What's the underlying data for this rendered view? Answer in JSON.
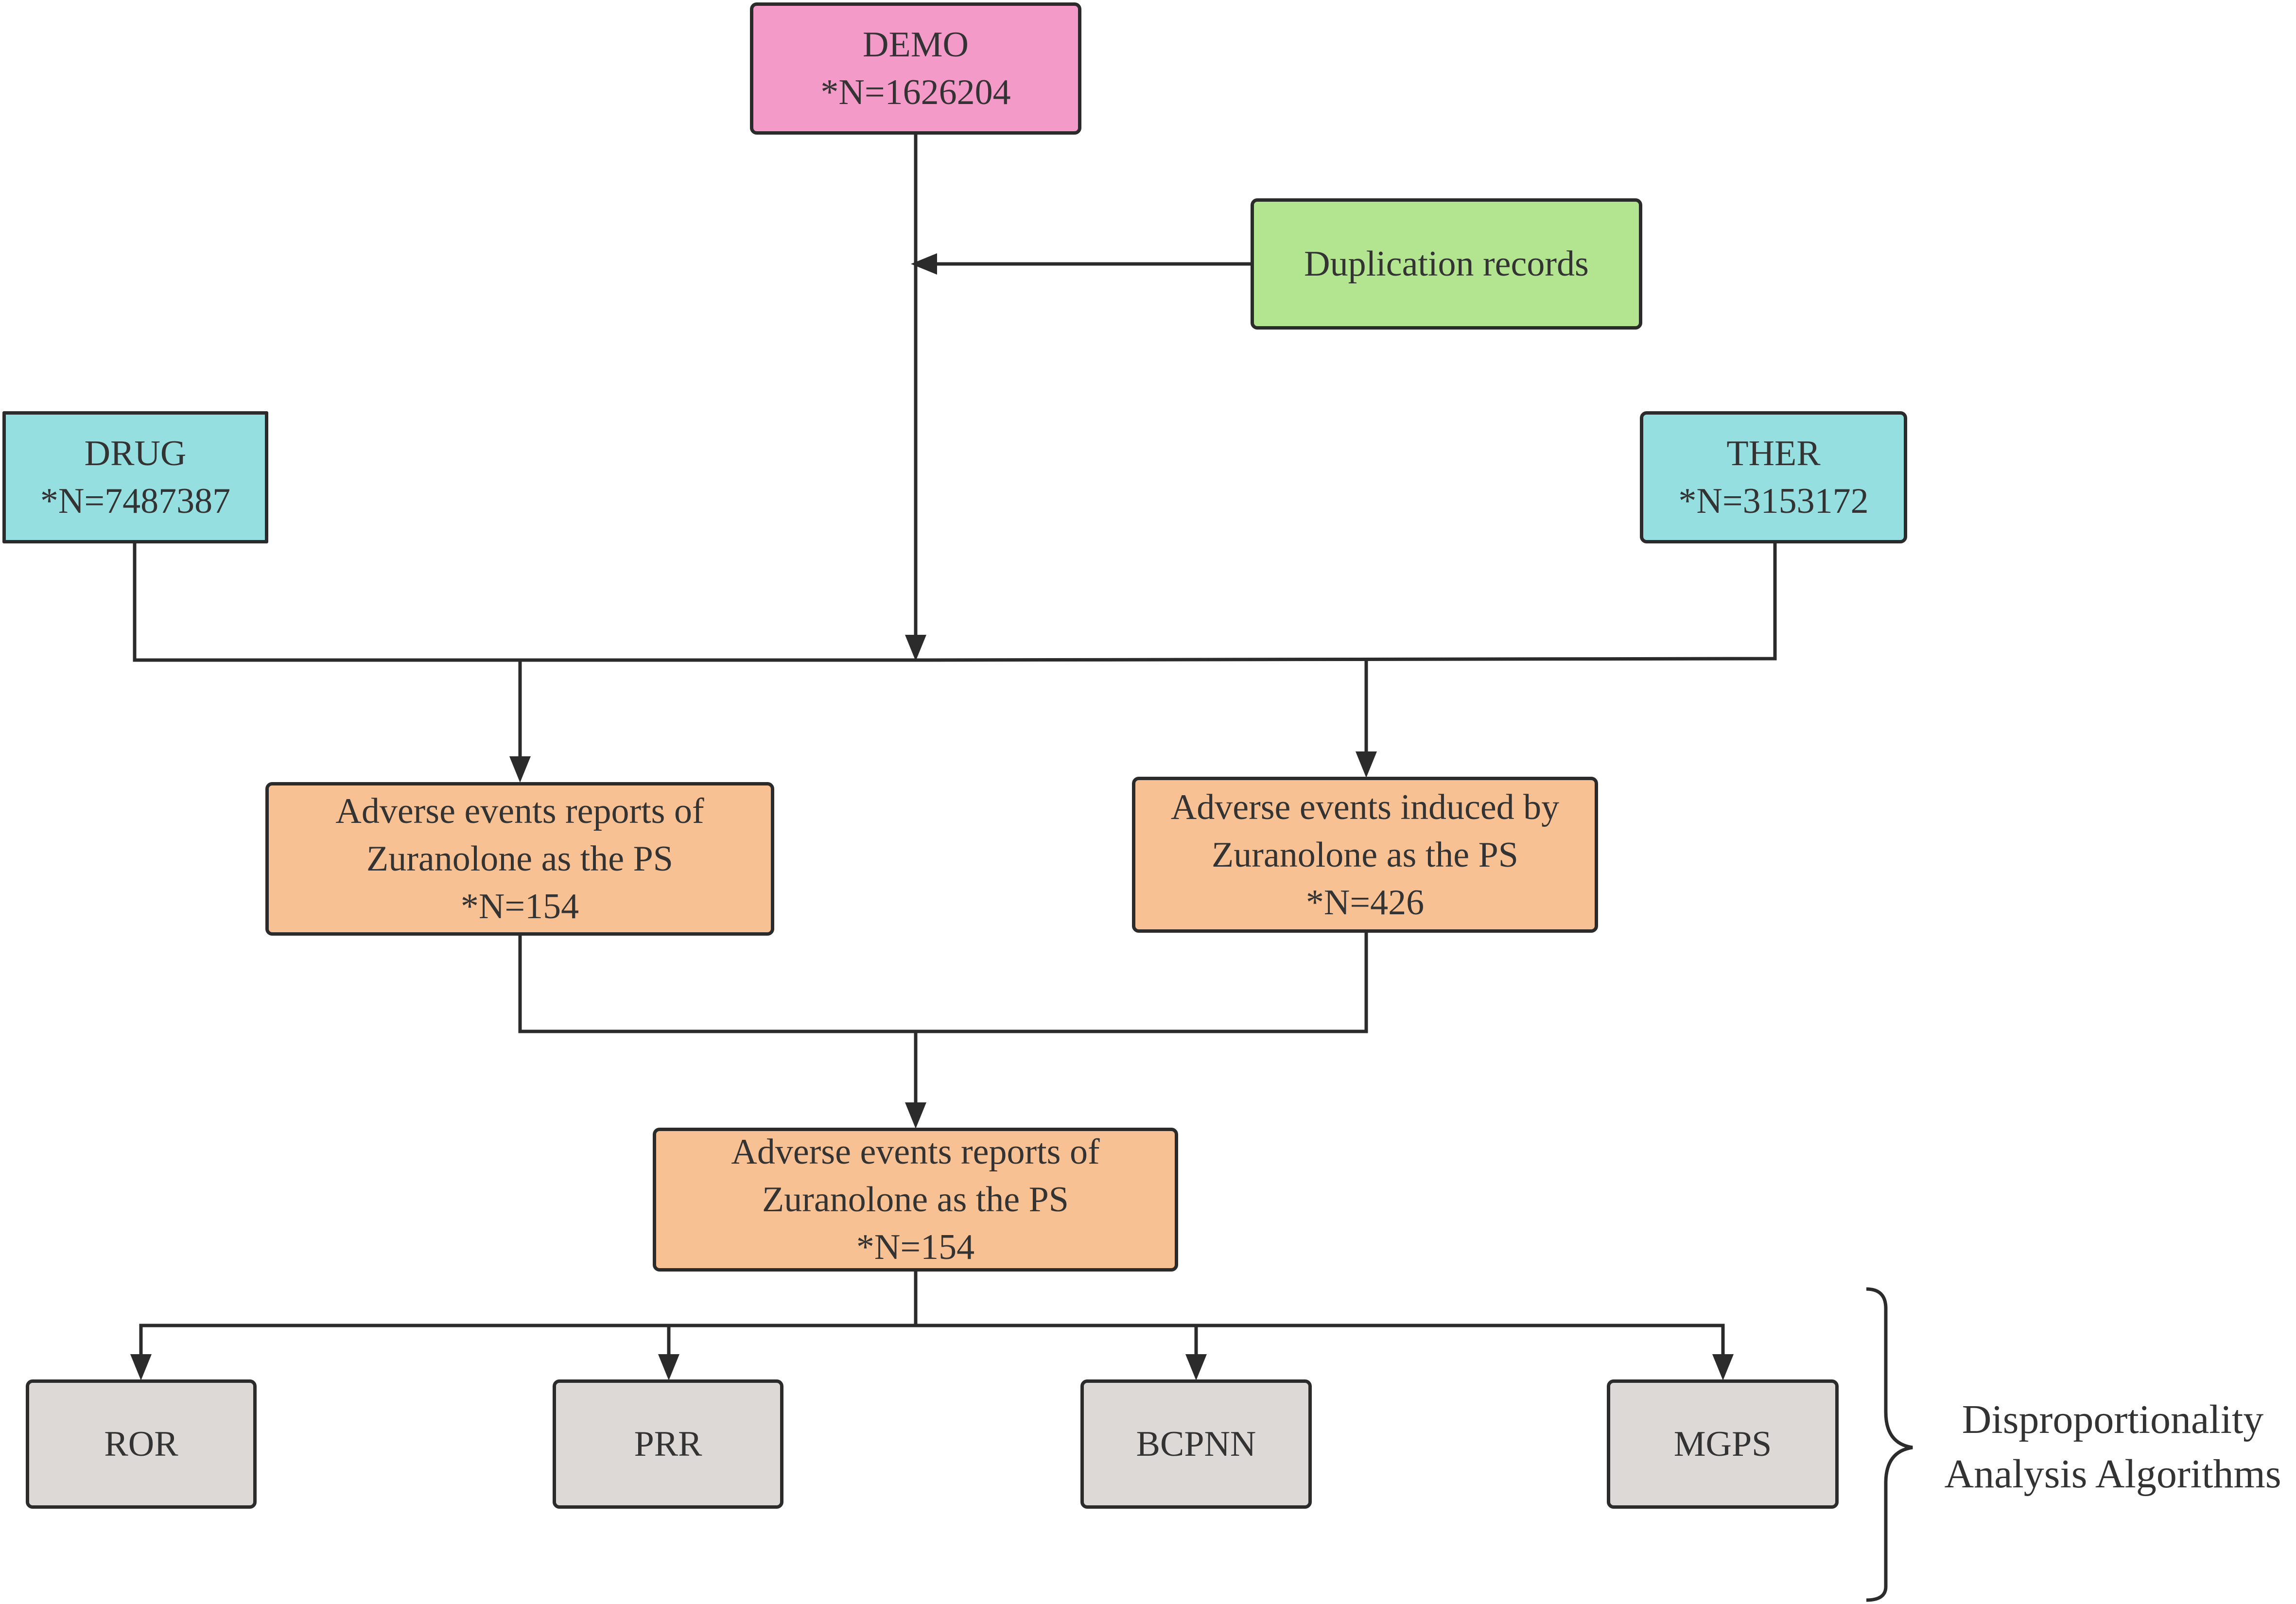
{
  "colors": {
    "demo_fill": "#f49ac9",
    "duplication_fill": "#b3e490",
    "source_fill": "#95dfe1",
    "report_fill": "#f8c193",
    "algorithm_fill": "#dcd9d6",
    "line": "#2b2b2b",
    "text": "#333333"
  },
  "nodes": {
    "demo": {
      "title": "DEMO",
      "count": "*N=1626204"
    },
    "duplication": {
      "title": "Duplication records"
    },
    "drug": {
      "title": "DRUG",
      "count": "*N=7487387"
    },
    "ther": {
      "title": "THER",
      "count": "*N=3153172"
    },
    "reports_ps": {
      "line1": "Adverse events reports of",
      "line2": "Zuranolone as the PS",
      "count": "*N=154"
    },
    "induced_ps": {
      "line1": "Adverse events induced by",
      "line2": "Zuranolone as the PS",
      "count": "*N=426"
    },
    "final_reports": {
      "line1": "Adverse events reports of",
      "line2": "Zuranolone as the PS",
      "count": "*N=154"
    }
  },
  "algorithms": [
    "ROR",
    "PRR",
    "BCPNN",
    "MGPS"
  ],
  "brace_label": {
    "line1": "Disproportionality",
    "line2": "Analysis Algorithms"
  }
}
